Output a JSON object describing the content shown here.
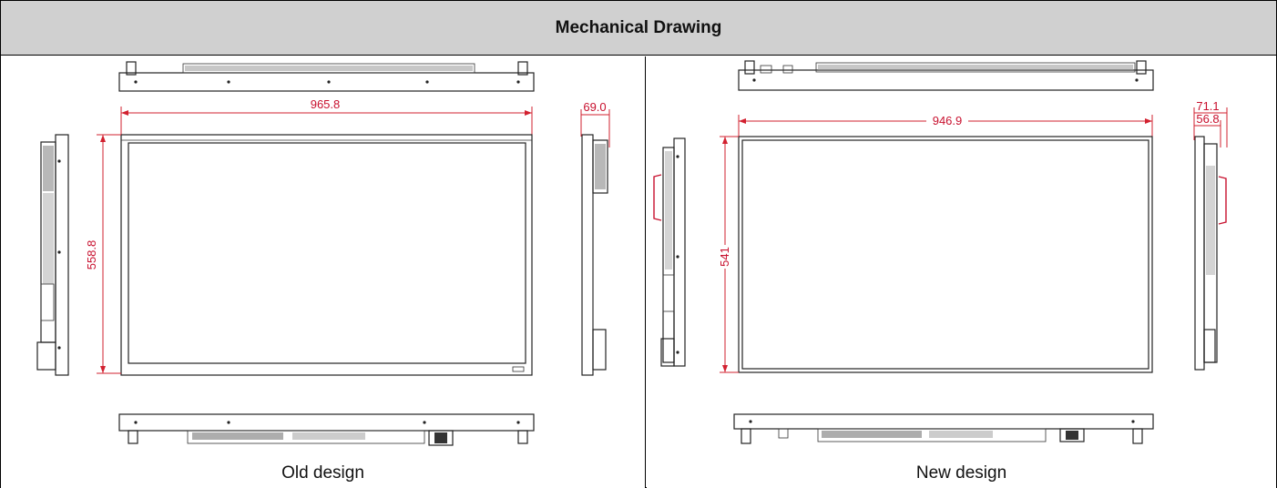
{
  "header": {
    "title": "Mechanical Drawing"
  },
  "old": {
    "caption": "Old design",
    "dim_width": "965.8",
    "dim_height": "558.8",
    "dim_depth": "69.0"
  },
  "new": {
    "caption": "New design",
    "dim_width": "946.9",
    "dim_height": "541",
    "dim_depth": "71.1",
    "dim_depth_inner": "56.8"
  },
  "colors": {
    "dimension": "#d2202f",
    "header_bg": "#d0d0d0"
  }
}
